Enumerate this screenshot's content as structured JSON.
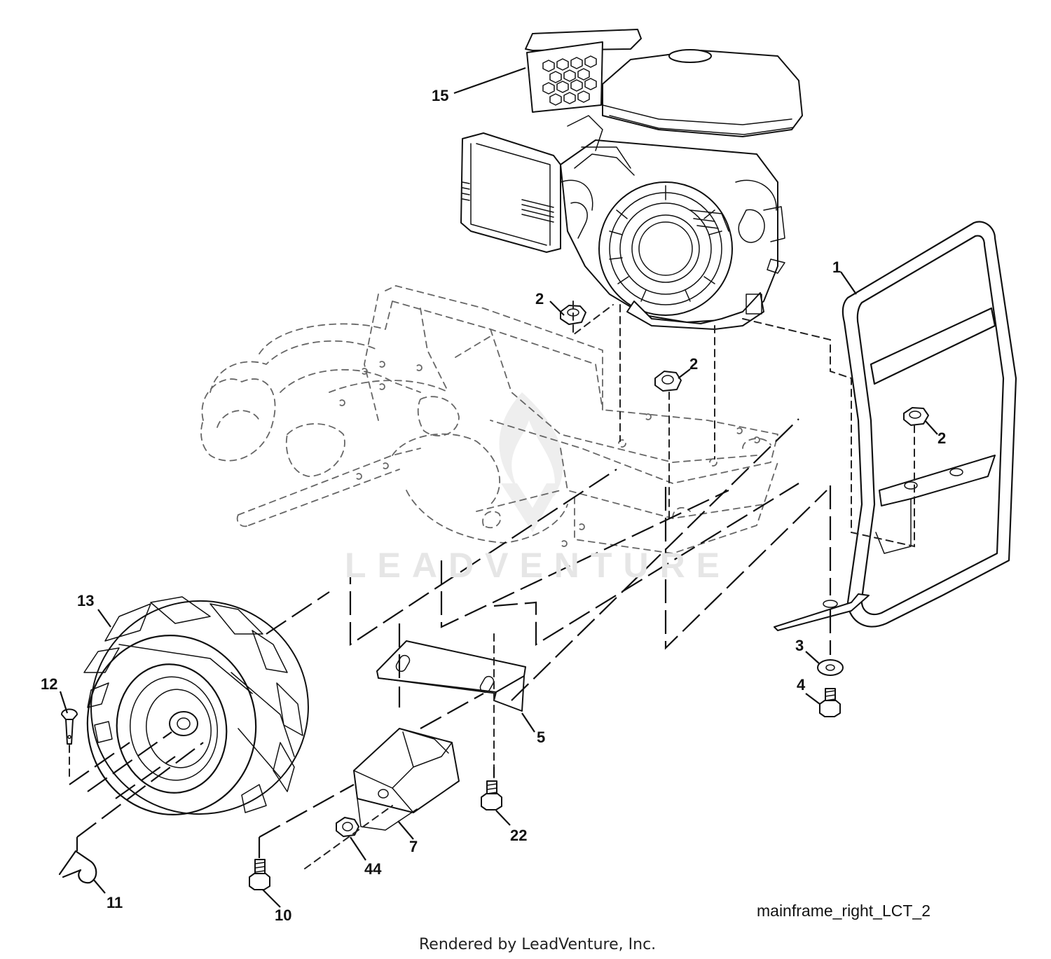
{
  "callouts": {
    "c15": "15",
    "c1": "1",
    "c2a": "2",
    "c2b": "2",
    "c2c": "2",
    "c13": "13",
    "c12": "12",
    "c11": "11",
    "c10": "10",
    "c44": "44",
    "c7": "7",
    "c22": "22",
    "c5": "5",
    "c3": "3",
    "c4": "4"
  },
  "figure_id": "mainframe_right_LCT_2",
  "credit": "Rendered by LeadVenture, Inc.",
  "watermark": "LEADVENTURE"
}
